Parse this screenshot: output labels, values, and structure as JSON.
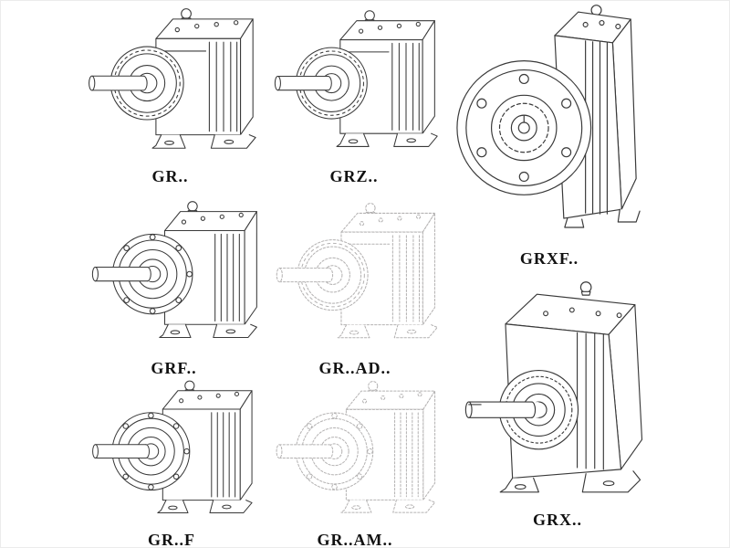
{
  "page": {
    "title": "helical gear reducer series line-drawing catalog sheet",
    "background": "#ffffff",
    "line_color": "#3a3a3a",
    "ghost_line_color": "#b4b2b2",
    "label_color": "#121212",
    "items": [
      {
        "id": "gr",
        "label": "GR..",
        "style": "solid",
        "mount": "foot-mounted gearbox"
      },
      {
        "id": "grz",
        "label": "GRZ..",
        "style": "solid",
        "mount": "foot-mounted gearbox"
      },
      {
        "id": "grxf",
        "label": "GRXF..",
        "style": "solid",
        "mount": "flange-front gearbox"
      },
      {
        "id": "grf",
        "label": "GRF..",
        "style": "solid",
        "mount": "flange-mounted gearbox"
      },
      {
        "id": "grad",
        "label": "GR..AD..",
        "style": "dashed",
        "mount": "foot-mounted gearbox (phantom view)"
      },
      {
        "id": "grff",
        "label": "GR..F",
        "style": "solid",
        "mount": "flange-mounted gearbox"
      },
      {
        "id": "gram",
        "label": "GR..AM..",
        "style": "dashed",
        "mount": "flange-mounted gearbox (phantom view)"
      },
      {
        "id": "grx",
        "label": "GRX..",
        "style": "solid",
        "mount": "large foot-mounted gearbox"
      }
    ]
  }
}
